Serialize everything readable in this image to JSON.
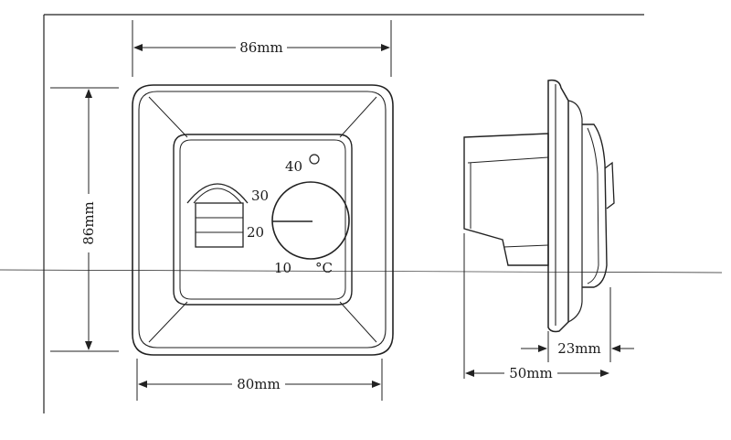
{
  "dimensions": {
    "front_width": "86mm",
    "front_height": "86mm",
    "base_width": "80mm",
    "side_depth": "50mm",
    "side_front_depth": "23mm"
  },
  "dial": {
    "scale_labels": [
      "40",
      "30",
      "20",
      "10"
    ],
    "unit": "°C"
  }
}
